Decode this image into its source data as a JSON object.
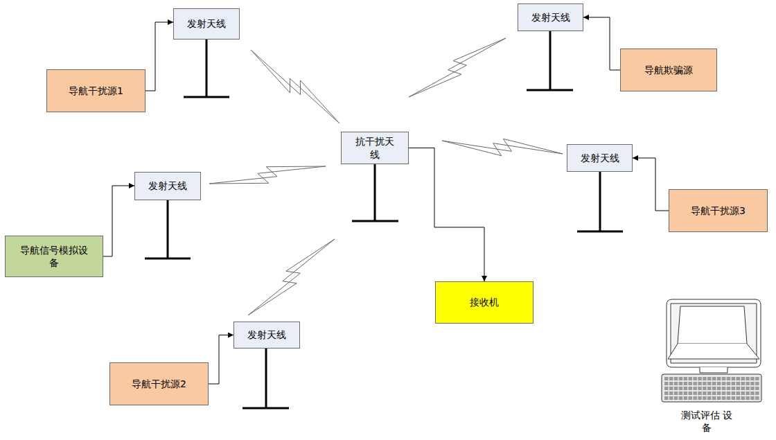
{
  "diagram": {
    "nodes": [
      {
        "text": [
          "发射天线"
        ]
      },
      {
        "text": [
          "发射天线"
        ]
      },
      {
        "text": [
          "导航干扰源1"
        ]
      },
      {
        "text": [
          "导航欺骗源"
        ]
      },
      {
        "text": [
          "抗干扰天 线"
        ]
      },
      {
        "text": [
          "发射天线"
        ]
      },
      {
        "text": [
          "发射天线"
        ]
      },
      {
        "text": [
          "导航干扰源3"
        ]
      },
      {
        "text": [
          "导航信号模拟设 备"
        ]
      },
      {
        "text": [
          "接收机"
        ]
      },
      {
        "text": [
          "发射天线"
        ]
      },
      {
        "text": [
          "导航干扰源2"
        ]
      }
    ],
    "edges": [
      {
        "from": 2,
        "to": 0,
        "arrow": "to"
      },
      {
        "from": 3,
        "to": 1,
        "arrow": "to"
      },
      {
        "from": 7,
        "to": 5,
        "arrow": "to"
      },
      {
        "from": 8,
        "to": 6,
        "arrow": "to"
      },
      {
        "from": 11,
        "to": 10,
        "arrow": "to"
      },
      {
        "from": 4,
        "to": 9,
        "arrow": "to"
      }
    ],
    "labels": [
      "测试评估 设备"
    ]
  }
}
